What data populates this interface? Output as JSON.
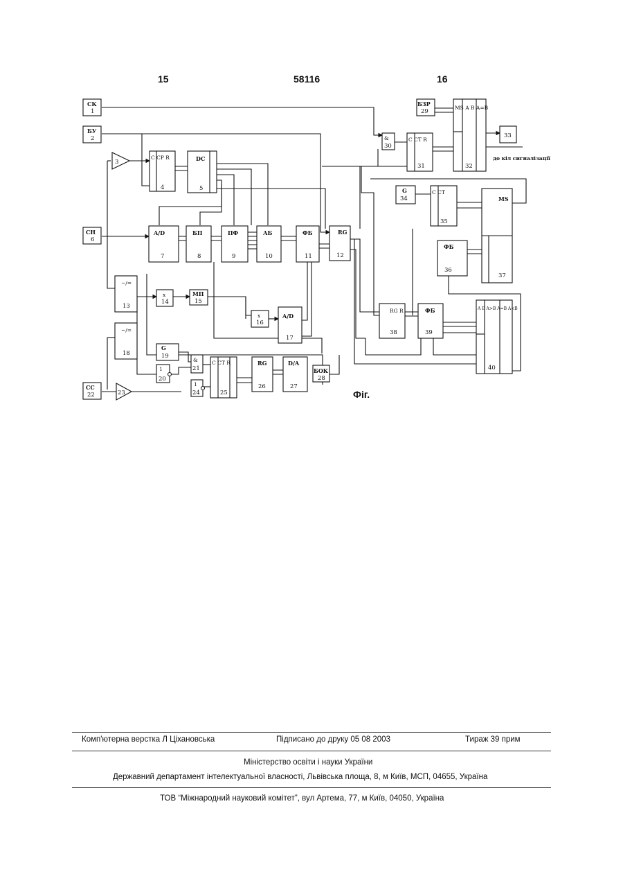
{
  "header": {
    "left_page": "15",
    "patent_number": "58116",
    "right_page": "16"
  },
  "figure": {
    "caption": "Фіг.",
    "blocks": [
      {
        "id": "b1",
        "label": "СК",
        "num": "1"
      },
      {
        "id": "b2",
        "label": "БУ",
        "num": "2"
      },
      {
        "id": "b3",
        "label": "",
        "num": "3"
      },
      {
        "id": "b4",
        "label": "C CP R",
        "num": "4"
      },
      {
        "id": "b5",
        "label": "DC",
        "num": "5"
      },
      {
        "id": "b6",
        "label": "СН",
        "num": "6"
      },
      {
        "id": "b7",
        "label": "A/D",
        "num": "7"
      },
      {
        "id": "b8",
        "label": "БП",
        "num": "8"
      },
      {
        "id": "b9",
        "label": "ПФ",
        "num": "9"
      },
      {
        "id": "b10",
        "label": "АБ",
        "num": "10"
      },
      {
        "id": "b11",
        "label": "ФБ",
        "num": "11"
      },
      {
        "id": "b12",
        "label": "RG",
        "num": "12"
      },
      {
        "id": "b13",
        "label": "~/=",
        "num": "13"
      },
      {
        "id": "b14",
        "label": "x",
        "num": "14"
      },
      {
        "id": "b15",
        "label": "МП",
        "num": "15"
      },
      {
        "id": "b16",
        "label": "x",
        "num": "16"
      },
      {
        "id": "b17",
        "label": "A/D",
        "num": "17"
      },
      {
        "id": "b18",
        "label": "~/=",
        "num": "18"
      },
      {
        "id": "b19",
        "label": "G",
        "num": "19"
      },
      {
        "id": "b20",
        "label": "1",
        "num": "20"
      },
      {
        "id": "b21",
        "label": "&",
        "num": "21"
      },
      {
        "id": "b22",
        "label": "СС",
        "num": "22"
      },
      {
        "id": "b23",
        "label": "",
        "num": "23"
      },
      {
        "id": "b24",
        "label": "1",
        "num": "24"
      },
      {
        "id": "b25",
        "label": "C CT R",
        "num": "25"
      },
      {
        "id": "b26",
        "label": "RG",
        "num": "26"
      },
      {
        "id": "b27",
        "label": "D/A",
        "num": "27"
      },
      {
        "id": "b28",
        "label": "БОК",
        "num": "28"
      },
      {
        "id": "b29",
        "label": "БЗР",
        "num": "29"
      },
      {
        "id": "b30",
        "label": "&",
        "num": "30"
      },
      {
        "id": "b31",
        "label": "C CT R",
        "num": "31"
      },
      {
        "id": "b32",
        "label": "MS A B A=B",
        "num": "32"
      },
      {
        "id": "b33",
        "label": "",
        "num": "33"
      },
      {
        "id": "b34",
        "label": "G",
        "num": "34"
      },
      {
        "id": "b35",
        "label": "C CT",
        "num": "35"
      },
      {
        "id": "b36",
        "label": "ФБ",
        "num": "36"
      },
      {
        "id": "b37",
        "label": "MS",
        "num": "37"
      },
      {
        "id": "b38",
        "label": "RG R",
        "num": "38"
      },
      {
        "id": "b39",
        "label": "ФБ",
        "num": "39"
      },
      {
        "id": "b40",
        "label": "A B A>B A=B A<B",
        "num": "40"
      }
    ],
    "signal_note": "до кіл сигналізації"
  },
  "footer": {
    "typesetter": "Комп'ютерна верстка Л  Ціхановська",
    "signed": "Підписано до друку 05 08 2003",
    "circulation": "Тираж 39 прим",
    "ministry": "Міністерство освіти і науки України",
    "department": "Державний департамент інтелектуальної власності, Львівська площа, 8, м  Київ, МСП, 04655, Україна",
    "company": "ТОВ “Міжнародний науковий комітет”, вул  Артема, 77, м  Київ, 04050, Україна"
  }
}
